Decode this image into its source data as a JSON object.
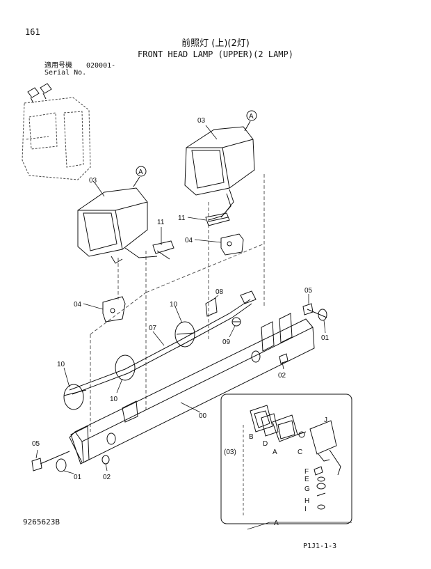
{
  "header": {
    "page_number": "161",
    "title_jp": "前照灯 (上)(2灯)",
    "title_en": "FRONT HEAD LAMP (UPPER)(2 LAMP)",
    "serial_label_jp": "適用号機",
    "serial_label_en": "Serial No.",
    "serial_value": "020001-"
  },
  "footer": {
    "doc_number": "9265623B",
    "page_code": "P1J1-1-3"
  },
  "callouts": {
    "lamp_left": "03",
    "lamp_right": "03",
    "ref_a_left": "A",
    "ref_a_right": "A",
    "harness_left": "11",
    "harness_right": "11",
    "bracket_top_right": "04",
    "bracket_left": "04",
    "clamp_08": "08",
    "clamp_10_upper": "10",
    "harness_07": "07",
    "bolt_09": "09",
    "bolt_05_right": "05",
    "washer_01_right": "01",
    "nut_02_right": "02",
    "clamp_10_left": "10",
    "clamp_10_lower": "10",
    "bar_00": "00",
    "bolt_05_left": "05",
    "washer_01_left": "01",
    "nut_02_left": "02"
  },
  "inset": {
    "assembly_label": "(03)",
    "parts": [
      "B",
      "D",
      "A",
      "C",
      "J",
      "F",
      "E",
      "G",
      "H",
      "I"
    ],
    "bottom_label": "A"
  },
  "colors": {
    "line": "#111111",
    "background": "#ffffff"
  }
}
